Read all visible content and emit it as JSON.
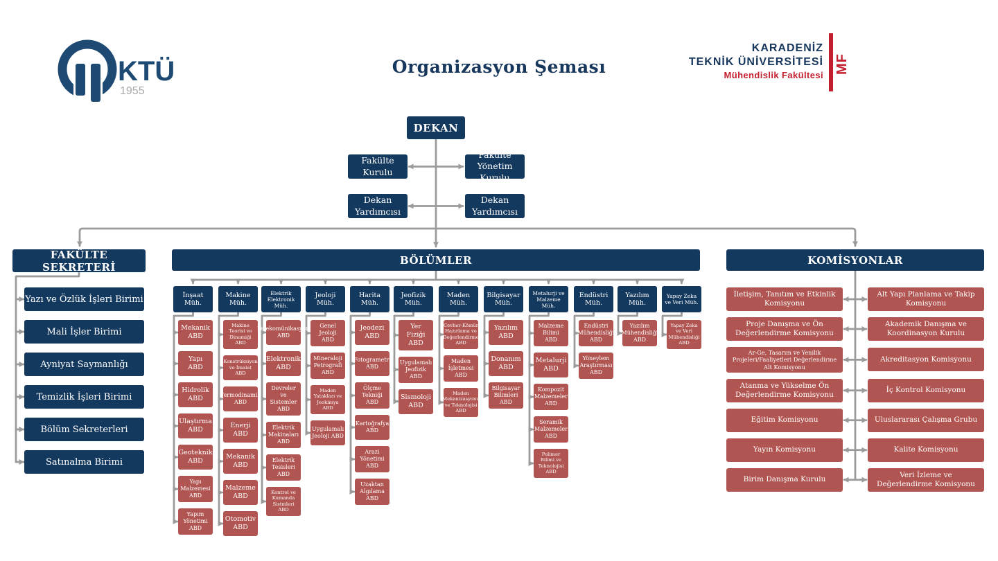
{
  "page": {
    "title": "Organizasyon Şeması"
  },
  "logo_left": {
    "text": "KTÜ",
    "year": "1955"
  },
  "logo_right": {
    "line1": "KARADENİZ",
    "line2": "TEKNİK ÜNİVERSİTESİ",
    "line3": "Mühendislik Fakültesi",
    "badge": "MF"
  },
  "top": {
    "dekan": "DEKAN",
    "pairs": [
      {
        "left": "Fakülte Kurulu",
        "right": "Fakülte Yönetim Kurulu"
      },
      {
        "left": "Dekan Yardımcısı",
        "right": "Dekan Yardımcısı"
      }
    ]
  },
  "sections": {
    "sekreter": {
      "title": "FAKÜLTE SEKRETERİ",
      "items": [
        "Yazı ve Özlük İşleri Birimi",
        "Mali İşler Birimi",
        "Ayniyat Saymanlığı",
        "Temizlik İşleri Birimi",
        "Bölüm Sekreterleri",
        "Satınalma Birimi"
      ]
    },
    "bolumler": {
      "title": "BÖLÜMLER",
      "departments": [
        {
          "label": "İnşaat Müh.",
          "abds": [
            "Mekanik ABD",
            "Yapı ABD",
            "Hidrolik ABD",
            "Ulaştırma ABD",
            "Geoteknik ABD",
            "Yapı Malzemesi ABD",
            "Yapım Yönetimi ABD"
          ]
        },
        {
          "label": "Makine Müh.",
          "abds": [
            "Makine Teorisi ve Dinamiği ABD",
            "Konstrüksiyon ve İmalat ABD",
            "Termodinamik ABD",
            "Enerji ABD",
            "Mekanik ABD",
            "Malzeme ABD",
            "Otomotiv ABD"
          ]
        },
        {
          "label": "Elektrik Elektronik Müh.",
          "abds": [
            "Telekomünikasyon ABD",
            "Elektronik ABD",
            "Devreler ve Sistemler ABD",
            "Elektrik Makinaları ABD",
            "Elektrik Tesisleri ABD",
            "Kontrol ve Kumanda Sistmleri ABD"
          ]
        },
        {
          "label": "Jeoloji Müh.",
          "abds": [
            "Genel Jeoloji ABD",
            "Mineraloji Petrografi ABD",
            "Maden Yatakları ve Jeokimya ABD",
            "Uygulamalı Jeoloji ABD"
          ]
        },
        {
          "label": "Harita Müh.",
          "abds": [
            "Jeodezi ABD",
            "Fotogrametri ABD",
            "Ölçme Tekniği ABD",
            "Kartoğrafya ABD",
            "Arazi Yönetimi ABD",
            "Uzaktan Algılama ABD"
          ]
        },
        {
          "label": "Jeofizik Müh.",
          "abds": [
            "Yer Fiziği ABD",
            "Uygulamalı Jeofizik ABD",
            "Sismoloji ABD"
          ]
        },
        {
          "label": "Maden Müh.",
          "abds": [
            "Cevher-Kömür Hazırlama ve Değerlendirme ABD",
            "Maden İşletmesi ABD",
            "Maden Mekanizasyonu ve Teknolojisi ABD"
          ]
        },
        {
          "label": "Bilgisayar Müh.",
          "abds": [
            "Yazılım ABD",
            "Donanım ABD",
            "Bilgisayar Bilimleri ABD"
          ]
        },
        {
          "label": "Metalurji ve Malzeme Müh.",
          "abds": [
            "Malzeme Bilimi ABD",
            "Metalurji ABD",
            "Kompozit Malzemeler ABD",
            "Seramik Malzemeler ABD",
            "Polimer Bilimi ve Teknolojisi ABD"
          ]
        },
        {
          "label": "Endüstri Müh.",
          "abds": [
            "Endüstri Mühendisliği ABD",
            "Yöneylem Araştırması ABD"
          ]
        },
        {
          "label": "Yazılım Müh.",
          "abds": [
            "Yazılım Mühendisliği ABD"
          ]
        },
        {
          "label": "Yapay Zeka ve Veri Müh.",
          "abds": [
            "Yapay Zeka ve Veri Mühendisliği ABD"
          ]
        }
      ]
    },
    "komisyonlar": {
      "title": "KOMİSYONLAR",
      "rows": [
        {
          "left": "İletişim, Tanıtım ve Etkinlik Komisyonu",
          "right": "Alt Yapı Planlama ve Takip Komisyonu"
        },
        {
          "left": "Proje Danışma ve Ön Değerlendirme Komisyonu",
          "right": "Akademik Danışma ve Koordinasyon Kurulu"
        },
        {
          "left": "Ar-Ge, Tasarım ve Yenilik Projeleri/Faaliyetleri Değerlendirme Alt Komisyonu",
          "right": "Akreditasyon Komisyonu"
        },
        {
          "left": "Atanma ve Yükselme Ön Değerlendirme Komisyonu",
          "right": "İç Kontrol Komisyonu"
        },
        {
          "left": "Eğitim Komisyonu",
          "right": "Uluslararası Çalışma Grubu"
        },
        {
          "left": "Yayın Komisyonu",
          "right": "Kalite Komisyonu"
        },
        {
          "left": "Birim Danışma Kurulu",
          "right": "Veri İzleme ve Değerlendirme Komisyonu"
        }
      ]
    }
  },
  "colors": {
    "navy": "#14395e",
    "red_box": "#b05551",
    "line_gray": "#9b9b9b",
    "title_navy": "#17375c",
    "accent_red": "#c41f2e",
    "logo_gray": "#a8a8a8"
  }
}
